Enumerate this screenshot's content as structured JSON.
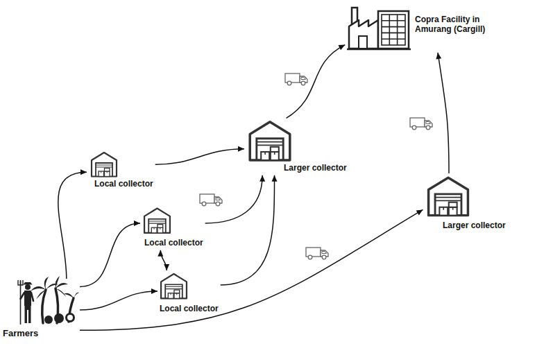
{
  "diagram": {
    "nodes": [
      {
        "text": [
          "Copra Facility in Amurang (Cargill)"
        ]
      },
      {
        "text": [
          "Local collector"
        ]
      },
      {
        "text": [
          "Larger collector"
        ]
      },
      {
        "text": [
          "Local collector"
        ]
      },
      {
        "text": [
          "Larger collector"
        ]
      },
      {
        "text": [
          "Local collector"
        ]
      },
      {
        "text": [
          "Farmers"
        ]
      }
    ],
    "edges": [
      {
        "from": 6,
        "to": 1,
        "arrow": "to"
      },
      {
        "from": 6,
        "to": 3,
        "arrow": "to"
      },
      {
        "from": 6,
        "to": 5,
        "arrow": "to"
      },
      {
        "from": 6,
        "to": 4,
        "arrow": "to"
      },
      {
        "from": 1,
        "to": 2,
        "arrow": "to"
      },
      {
        "from": 3,
        "to": 2,
        "arrow": "to"
      },
      {
        "from": 5,
        "to": 2,
        "arrow": "to"
      },
      {
        "from": 3,
        "to": 5,
        "arrow": "both"
      },
      {
        "from": 2,
        "to": 0,
        "arrow": "to"
      },
      {
        "from": 4,
        "to": 0,
        "arrow": "to"
      }
    ]
  }
}
